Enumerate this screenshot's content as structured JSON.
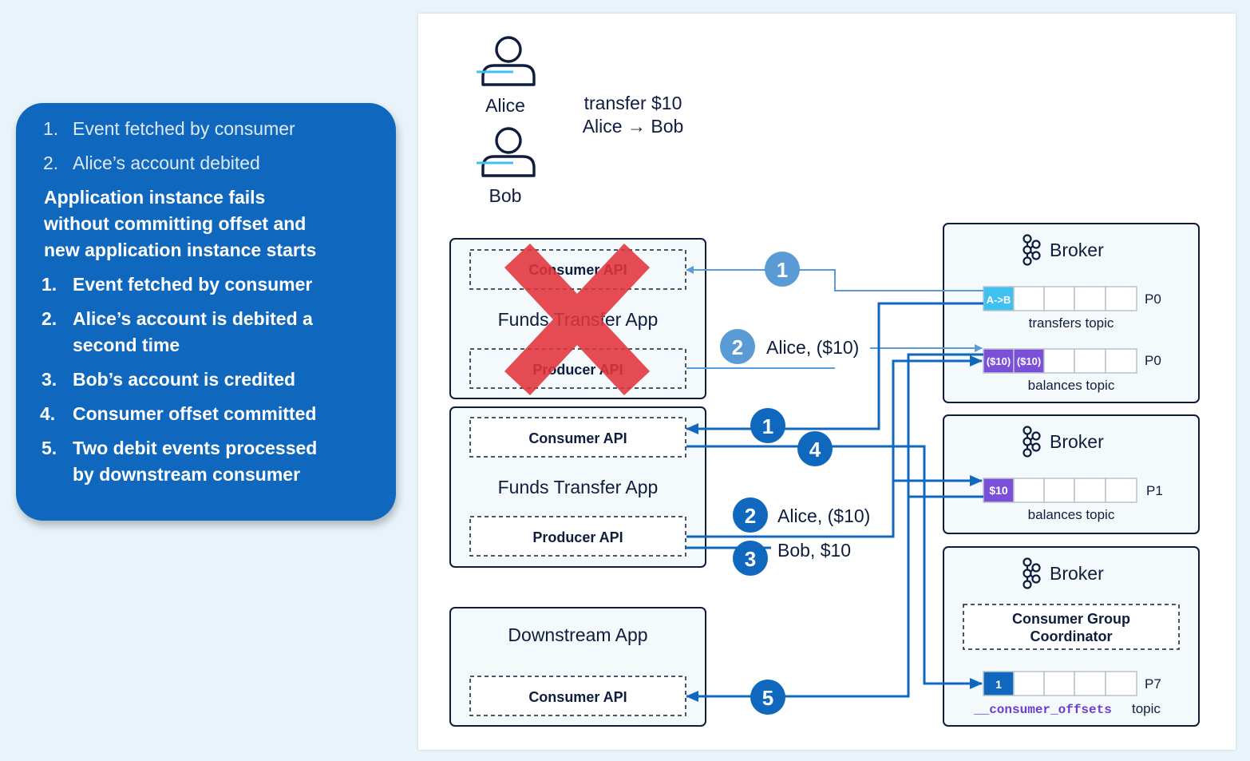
{
  "sidebar": {
    "steps_before": [
      {
        "num": "1.",
        "text": "Event fetched by consumer"
      },
      {
        "num": "2.",
        "text": "Alice’s account debited"
      }
    ],
    "failure_lines": [
      "Application instance fails",
      "without committing offset and",
      "new application instance starts"
    ],
    "steps_after": [
      {
        "num": "1.",
        "lines": [
          "Event fetched by consumer"
        ]
      },
      {
        "num": "2.",
        "lines": [
          "Alice’s account is debited a",
          "second time"
        ]
      },
      {
        "num": "3.",
        "lines": [
          "Bob’s account is credited"
        ]
      },
      {
        "num": "4.",
        "lines": [
          "Consumer offset committed"
        ]
      },
      {
        "num": "5.",
        "lines": [
          "Two debit events processed",
          "by downstream consumer"
        ]
      }
    ]
  },
  "users": {
    "alice": "Alice",
    "bob": "Bob",
    "transfer_line1": "transfer $10",
    "transfer_line2": "Alice → Bob"
  },
  "apps": {
    "failed": {
      "consumer": "Consumer API",
      "name": "Funds Transfer App",
      "producer": "Producer API"
    },
    "active": {
      "consumer": "Consumer API",
      "name": "Funds Transfer App",
      "producer": "Producer API"
    },
    "downstream": {
      "name": "Downstream App",
      "consumer": "Consumer API"
    }
  },
  "messages": {
    "failed_step2": "Alice, ($10)",
    "active_step2": "Alice, ($10)",
    "active_step3": "Bob, $10"
  },
  "step_badges": {
    "failed_1": "1",
    "failed_2": "2",
    "active_1": "1",
    "active_4": "4",
    "active_2": "2",
    "active_3": "3",
    "downstream_5": "5"
  },
  "brokers": [
    {
      "title": "Broker",
      "topics": [
        {
          "cells": [
            "A->B",
            "",
            "",
            "",
            ""
          ],
          "partition": "P0",
          "label": "transfers topic"
        },
        {
          "cells": [
            "($10)",
            "($10)",
            "",
            "",
            ""
          ],
          "partition": "P0",
          "label": "balances topic"
        }
      ]
    },
    {
      "title": "Broker",
      "topics": [
        {
          "cells": [
            "$10",
            "",
            "",
            "",
            ""
          ],
          "partition": "P1",
          "label": "balances topic"
        }
      ]
    },
    {
      "title": "Broker",
      "coordinator_line1": "Consumer Group",
      "coordinator_line2": "Coordinator",
      "topics": [
        {
          "cells": [
            "1",
            "",
            "",
            "",
            ""
          ],
          "partition": "P7",
          "label_code": "__consumer_offsets",
          "label": "topic"
        }
      ]
    }
  ],
  "colors": {
    "panel_bg": "#1067be",
    "flow_blue": "#1067be",
    "faded_blue": "#5b9bd5",
    "cross_red": "#e2343b",
    "event_cyan": "#3ec0f0",
    "balance_purple": "#7b4fd8",
    "offset_blue": "#1067be",
    "code_purple": "#6a3fd0"
  },
  "icons": [
    "user-icon",
    "kafka-icon",
    "red-x-icon",
    "arrow-icon"
  ]
}
